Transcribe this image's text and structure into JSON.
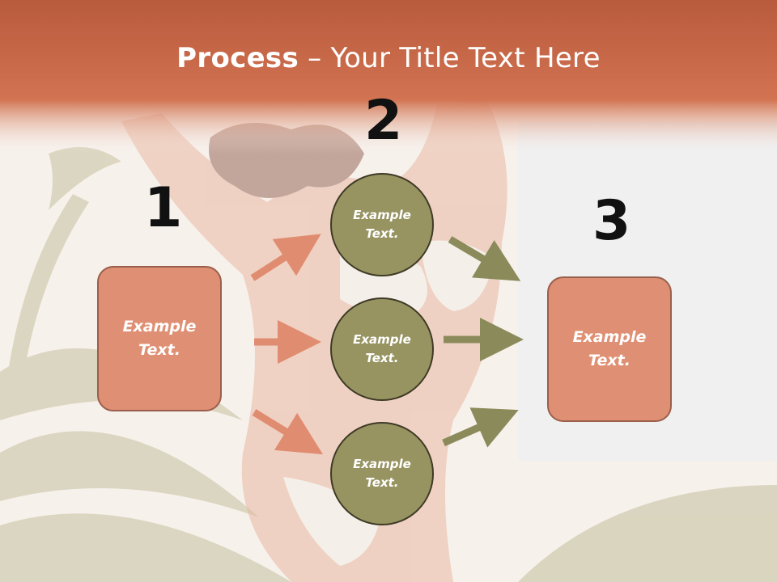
{
  "title": {
    "bold": "Process",
    "rest": " – Your Title Text Here"
  },
  "steps": {
    "n1": "1",
    "n2": "2",
    "n3": "3"
  },
  "boxes": {
    "left": "Example\nText.",
    "right": "Example\nText."
  },
  "circles": {
    "top": "Example\nText.",
    "middle": "Example\nText.",
    "bottom": "Example\nText."
  },
  "colors": {
    "header": "#c8684a",
    "box": "#df8f73",
    "circle": "#979462",
    "arrow_orange": "#e08c70",
    "arrow_olive": "#8b8a5a"
  }
}
